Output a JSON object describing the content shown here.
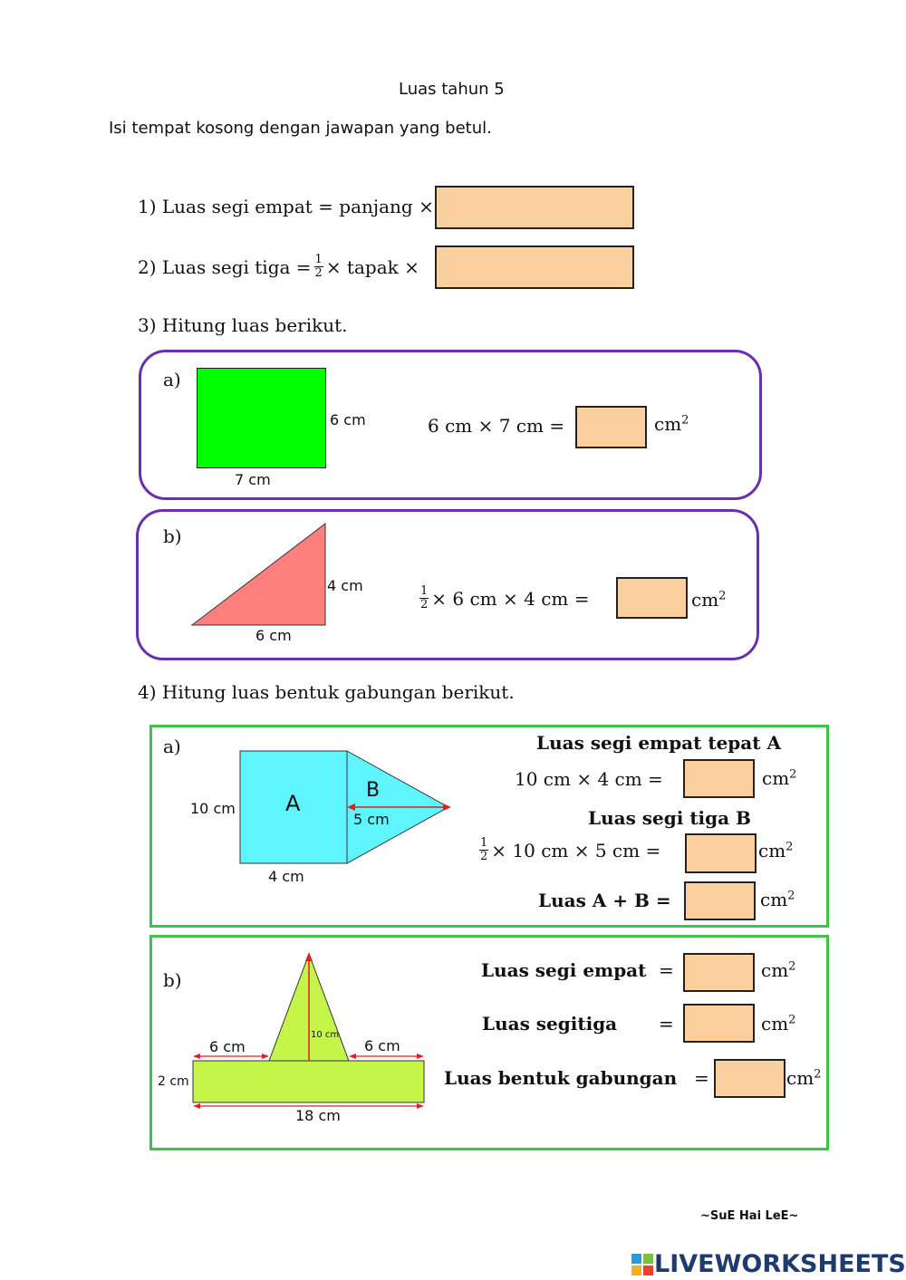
{
  "title": "Luas tahun 5",
  "instruction": "Isi tempat kosong dengan jawapan yang betul.",
  "q1": {
    "num": "1)",
    "text": "Luas segi empat = panjang ×"
  },
  "q2": {
    "num": "2)",
    "text_a": "Luas segi tiga =",
    "frac_num": "1",
    "frac_den": "2",
    "text_b": "× tapak  ×"
  },
  "q3": {
    "num": "3)",
    "text": "Hitung luas berikut.",
    "a": {
      "label": "a)",
      "side": "6 cm",
      "bottom": "7 cm",
      "expr": "6 cm × 7 cm =",
      "unit": "cm",
      "exp": "2"
    },
    "b": {
      "label": "b)",
      "side": "4 cm",
      "bottom": "6 cm",
      "frac_num": "1",
      "frac_den": "2",
      "expr": "× 6 cm  × 4 cm =",
      "unit": "cm",
      "exp": "2"
    }
  },
  "q4": {
    "num": "4)",
    "text": "Hitung luas bentuk gabungan berikut.",
    "a": {
      "label": "a)",
      "shape_a": "A",
      "shape_b": "B",
      "height": "10 cm",
      "width": "4 cm",
      "tri_h": "5 cm",
      "h1": "Luas segi empat tepat A",
      "expr1": "10 cm  × 4 cm =",
      "h2": "Luas segi tiga B",
      "frac_num": "1",
      "frac_den": "2",
      "expr2": "× 10 cm  × 5 cm =",
      "expr3": "Luas A + B =",
      "unit": "cm",
      "exp": "2"
    },
    "b": {
      "label": "b)",
      "left": "6 cm",
      "right": "6 cm",
      "tri_h": "10 cm",
      "rect_h": "2 cm",
      "rect_w": "18 cm",
      "l1": "Luas segi empat",
      "l2": "Luas segitiga",
      "l3": "Luas bentuk gabungan",
      "eq": "=",
      "unit": "cm",
      "exp": "2"
    }
  },
  "footer": {
    "author": "~SuE Hai LeE~",
    "brand": "LIVEWORKSHEETS",
    "brand_icon": "liveworksheets-logo-icon"
  },
  "colors": {
    "answer": "#fccf9e",
    "purple": "#6a2fb0",
    "green_frame": "#3cc44a",
    "square": "#00ff00",
    "triangle": "#ff7f7f",
    "cyan": "#5ff5ff",
    "lime": "#c6f54a"
  }
}
